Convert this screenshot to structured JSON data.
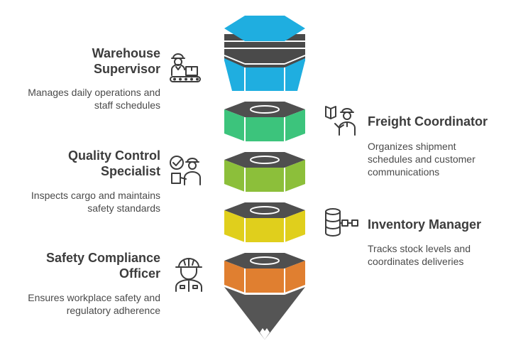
{
  "colors": {
    "top_segment": "#1faee0",
    "top_rings": "#4a4a4a",
    "segment_2": "#3cc47c",
    "segment_3": "#8cbf3a",
    "segment_4": "#e0cf1c",
    "segment_5": "#e07f30",
    "tip": "#555555",
    "hex_top": "#4f4f4f",
    "text_title": "#3c3c3c",
    "text_desc": "#4a4a4a"
  },
  "roles": [
    {
      "title": "Warehouse\nSupervisor",
      "description": "Manages daily operations and\nstaff schedules",
      "icon": "warehouse-supervisor-icon"
    },
    {
      "title": "Freight Coordinator",
      "description": "Organizes shipment\nschedules and customer\ncommunications",
      "icon": "freight-coordinator-icon"
    },
    {
      "title": "Quality Control\nSpecialist",
      "description": "Inspects cargo and maintains\nsafety standards",
      "icon": "quality-control-icon"
    },
    {
      "title": "Inventory Manager",
      "description": "Tracks stock levels and\ncoordinates deliveries",
      "icon": "inventory-database-icon"
    },
    {
      "title": "Safety Compliance\nOfficer",
      "description": "Ensures workplace safety and\nregulatory adherence",
      "icon": "safety-officer-icon"
    }
  ]
}
